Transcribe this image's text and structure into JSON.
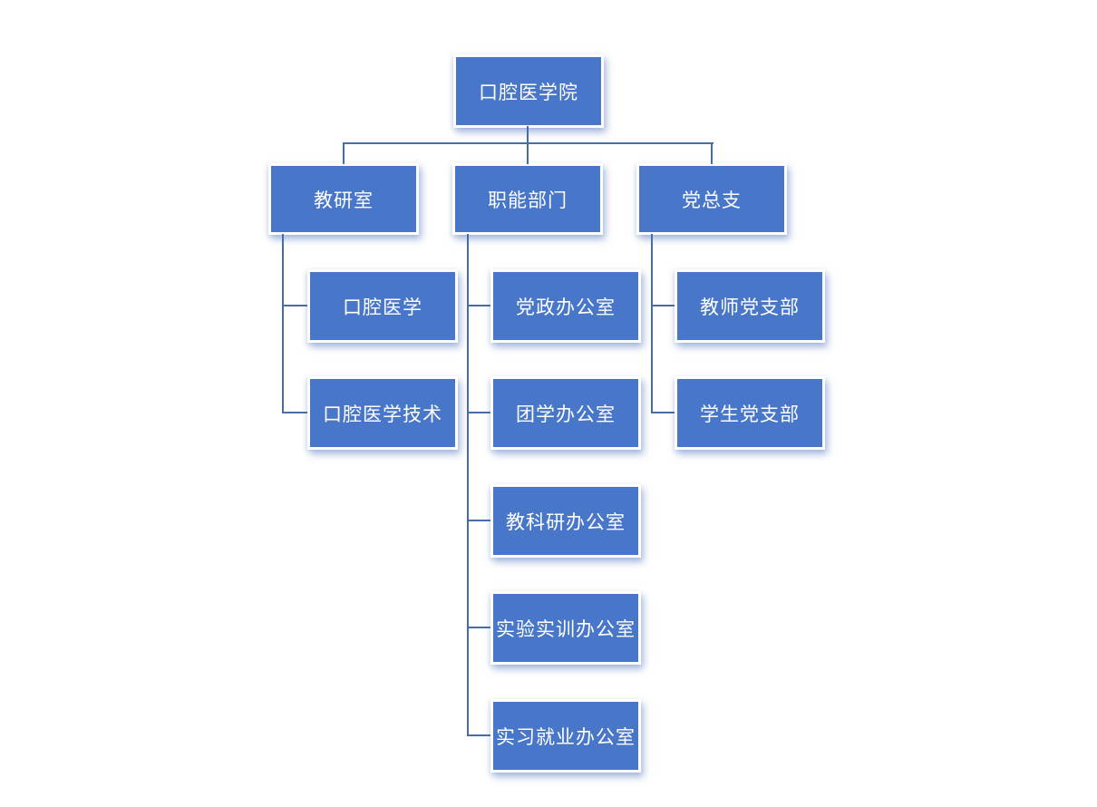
{
  "org_chart": {
    "type": "org-tree",
    "root": {
      "label": "口腔医学院"
    },
    "branches": [
      {
        "label": "教研室",
        "children": [
          {
            "label": "口腔医学"
          },
          {
            "label": "口腔医学技术"
          }
        ]
      },
      {
        "label": "职能部门",
        "children": [
          {
            "label": "党政办公室"
          },
          {
            "label": "团学办公室"
          },
          {
            "label": "教科研办公室"
          },
          {
            "label": "实验实训办公室"
          },
          {
            "label": "实习就业办公室"
          }
        ]
      },
      {
        "label": "党总支",
        "children": [
          {
            "label": "教师党支部"
          },
          {
            "label": "学生党支部"
          }
        ]
      }
    ],
    "colors": {
      "box_fill": "#4876C9",
      "box_border": "#FFFFFF",
      "connector": "#476CA8",
      "text": "#FFFFFF",
      "background": "#FFFFFF"
    }
  }
}
